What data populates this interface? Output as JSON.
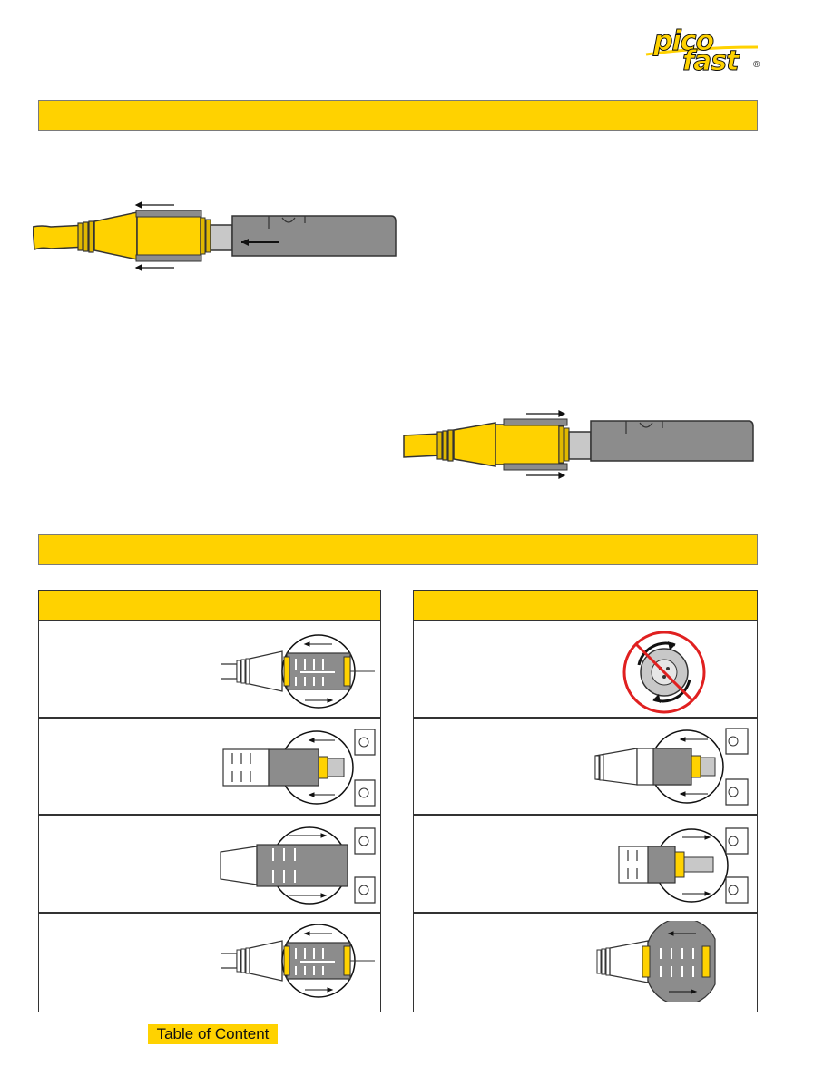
{
  "logo": {
    "line1": "pico",
    "line2": "fast",
    "mark": "®"
  },
  "footer": {
    "toc_label": "Table of Content"
  },
  "colors": {
    "accent": "#ffd200",
    "connector_gray": "#8c8c8c",
    "prohibited_red": "#e02020"
  },
  "icons": [
    "prohibited-rotation-icon",
    "direction-arrow-icon"
  ]
}
